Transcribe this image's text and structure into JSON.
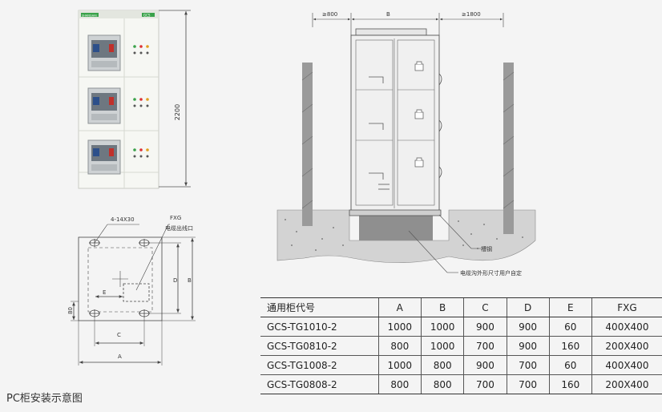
{
  "cabinet_photo": {
    "brand_label": "SHANGHAI",
    "model_label": "GCS",
    "height_dim": "2200"
  },
  "plan": {
    "hole_label": "4-14X30",
    "fxg_label": "FXG",
    "cable_outlet_label": "电缆出线口",
    "dim_a": "A",
    "dim_b": "B",
    "dim_c": "C",
    "dim_d": "D",
    "dim_e": "E",
    "dim_80": "80"
  },
  "section": {
    "left_clearance": "≥800",
    "width_label": "B",
    "right_clearance": "≥1800",
    "channel_label": "槽钢",
    "trench_label": "电缆沟外形尺寸用户自定"
  },
  "caption": "PC柜安装示意图",
  "table": {
    "headers": [
      "通用柜代号",
      "A",
      "B",
      "C",
      "D",
      "E",
      "FXG"
    ],
    "rows": [
      [
        "GCS-TG1010-2",
        "1000",
        "1000",
        "900",
        "900",
        "60",
        "400X400"
      ],
      [
        "GCS-TG0810-2",
        "800",
        "1000",
        "700",
        "900",
        "160",
        "200X400"
      ],
      [
        "GCS-TG1008-2",
        "1000",
        "800",
        "900",
        "700",
        "60",
        "400X400"
      ],
      [
        "GCS-TG0808-2",
        "800",
        "800",
        "700",
        "700",
        "160",
        "200X400"
      ]
    ]
  }
}
